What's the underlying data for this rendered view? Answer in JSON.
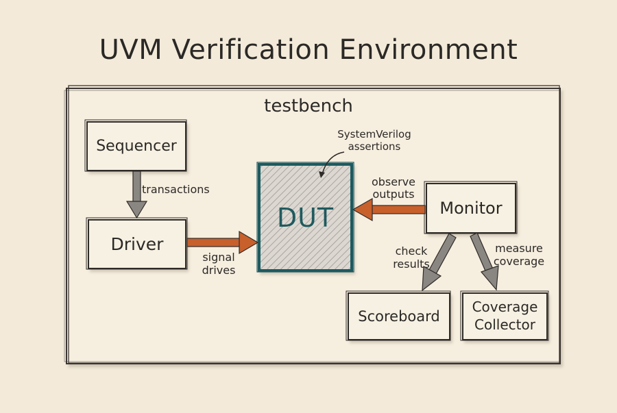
{
  "title": "UVM Verification Environment",
  "container_label": "testbench",
  "colors": {
    "background": "#f3ead9",
    "box_fill": "#f7f1e3",
    "stroke": "#2e2b28",
    "dut_stroke": "#1f5a5e",
    "dut_fill": "#d4d0c9",
    "orange_arrow": "#c8602c",
    "gray_arrow": "#8a8782"
  },
  "blocks": {
    "sequencer": "Sequencer",
    "driver": "Driver",
    "dut": "DUT",
    "monitor": "Monitor",
    "scoreboard": "Scoreboard",
    "coverage_line1": "Coverage",
    "coverage_line2": "Collector"
  },
  "annotations": {
    "assertions_line1": "SystemVerilog",
    "assertions_line2": "assertions",
    "transactions": "transactions",
    "signal_line1": "signal",
    "signal_line2": "drives",
    "observe_line1": "observe",
    "observe_line2": "outputs",
    "check_line1": "check",
    "check_line2": "results",
    "measure_line1": "measure",
    "measure_line2": "coverage"
  }
}
